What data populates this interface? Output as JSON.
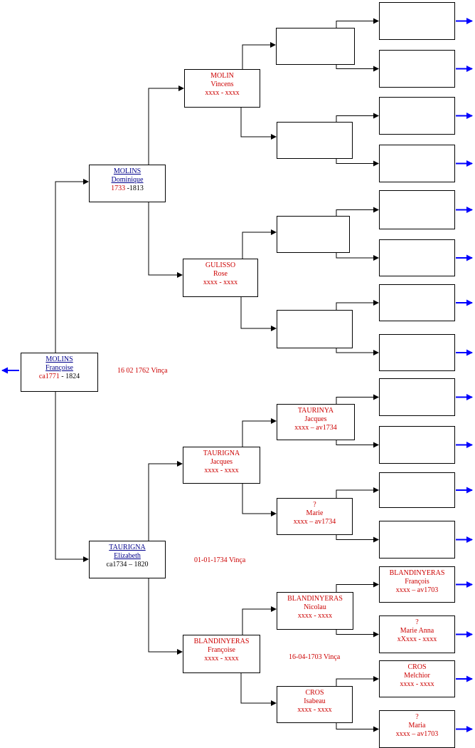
{
  "root": {
    "name": "MOLINS",
    "given": "Françoise",
    "date_prefix": "ca1771",
    "date_suffix": "1824"
  },
  "gen1": [
    {
      "name": "MOLINS",
      "given": "Dominique",
      "date_prefix": "1733",
      "date_suffix": "-1813"
    },
    {
      "name": "TAURIGNA",
      "given": "Elizabeth",
      "date_prefix": "ca1734",
      "date_suffix": "– 1820"
    }
  ],
  "gen2": [
    {
      "name": "MOLIN",
      "given": "Vincens",
      "dates": "xxxx - xxxx"
    },
    {
      "name": "GULISSO",
      "given": "Rose",
      "dates": "xxxx - xxxx"
    },
    {
      "name": "TAURIGNA",
      "given": "Jacques",
      "dates": "xxxx - xxxx"
    },
    {
      "name": "BLANDINYERAS",
      "given": "Françoise",
      "dates": "xxxx - xxxx"
    }
  ],
  "gen3": [
    {
      "name": "",
      "given": "",
      "dates": ""
    },
    {
      "name": "",
      "given": "",
      "dates": ""
    },
    {
      "name": "",
      "given": "",
      "dates": ""
    },
    {
      "name": "",
      "given": "",
      "dates": ""
    },
    {
      "name": "TAURINYA",
      "given": "Jacques",
      "dates": "xxxx – av1734"
    },
    {
      "name": "?",
      "given": "Marie",
      "dates": "xxxx – av1734"
    },
    {
      "name": "BLANDINYERAS",
      "given": "Nicolau",
      "dates": "xxxx - xxxx"
    },
    {
      "name": "CROS",
      "given": "Isabeau",
      "dates": "xxxx - xxxx"
    }
  ],
  "gen4": [
    {
      "name": "",
      "given": "",
      "dates": ""
    },
    {
      "name": "",
      "given": "",
      "dates": ""
    },
    {
      "name": "",
      "given": "",
      "dates": ""
    },
    {
      "name": "",
      "given": "",
      "dates": ""
    },
    {
      "name": "",
      "given": "",
      "dates": ""
    },
    {
      "name": "",
      "given": "",
      "dates": ""
    },
    {
      "name": "",
      "given": "",
      "dates": ""
    },
    {
      "name": "",
      "given": "",
      "dates": ""
    },
    {
      "name": "",
      "given": "",
      "dates": ""
    },
    {
      "name": "",
      "given": "",
      "dates": ""
    },
    {
      "name": "",
      "given": "",
      "dates": ""
    },
    {
      "name": "",
      "given": "",
      "dates": ""
    },
    {
      "name": "BLANDINYERAS",
      "given": "François",
      "dates": "xxxx – av1703"
    },
    {
      "name": "?",
      "given": "Marie Anna",
      "dates": "xXxxx - xxxx"
    },
    {
      "name": "CROS",
      "given": "Melchior",
      "dates": "xxxx - xxxx"
    },
    {
      "name": "?",
      "given": "Maria",
      "dates": "xxxx – av1703"
    }
  ],
  "marriages": [
    {
      "text": "16 02 1762 Vinça"
    },
    {
      "text": "01-01-1734 Vinça"
    },
    {
      "text": "16-04-1703 Vinça"
    }
  ],
  "colors": {
    "name_red": "#cc0000",
    "link_blue": "#00008b",
    "arrow_blue": "#0000ff"
  }
}
